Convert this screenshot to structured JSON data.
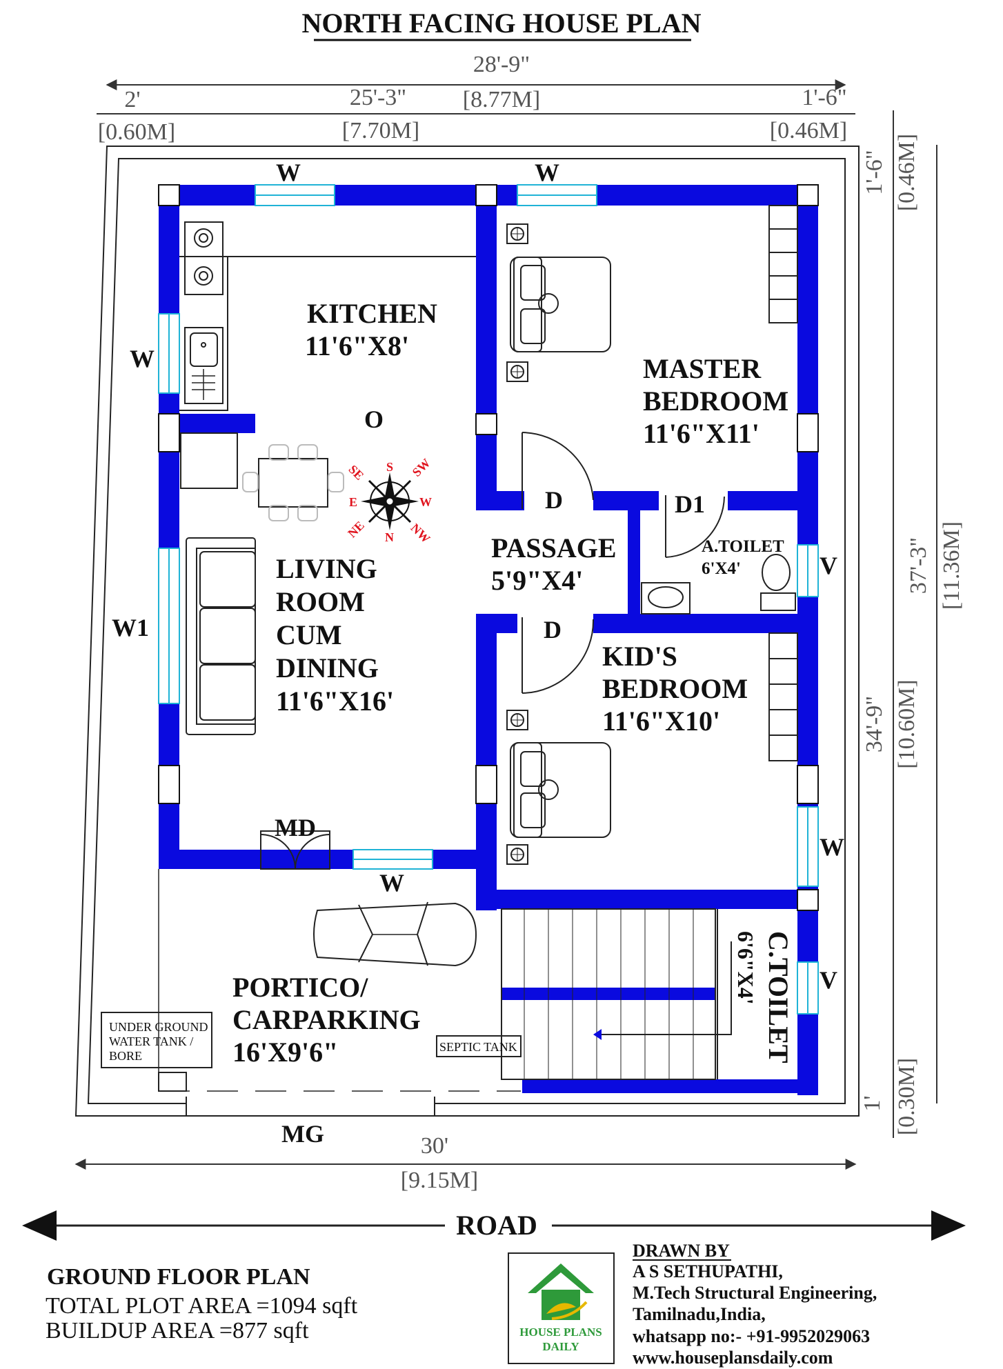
{
  "title": "NORTH FACING HOUSE PLAN",
  "dimensions": {
    "top_total": "28'-9\"",
    "top_total_m": "[8.77M]",
    "top_left": "2'",
    "top_left_m": "[0.60M]",
    "top_mid": "25'-3\"",
    "top_mid_m": "[7.70M]",
    "top_right": "1'-6\"",
    "top_right_m": "[0.46M]",
    "right_top": "1'-6\"",
    "right_top_m": "[0.46M]",
    "right_total": "37'-3\"",
    "right_total_m": "[11.36M]",
    "right_mid": "34'-9\"",
    "right_mid_m": "[10.60M]",
    "right_bottom": "1'",
    "right_bottom_m": "[0.30M]",
    "bottom": "30'",
    "bottom_m": "[9.15M]"
  },
  "rooms": {
    "kitchen": {
      "name": "KITCHEN",
      "size": "11'6\"X8'"
    },
    "master": {
      "name1": "MASTER",
      "name2": "BEDROOM",
      "size": "11'6\"X11'"
    },
    "passage": {
      "name": "PASSAGE",
      "size": "5'9\"X4'"
    },
    "atoilet": {
      "name": "A.TOILET",
      "size": "6'X4'"
    },
    "living": {
      "l1": "LIVING",
      "l2": "ROOM",
      "l3": "CUM",
      "l4": "DINING",
      "size": "11'6\"X16'"
    },
    "kids": {
      "name1": "KID'S",
      "name2": "BEDROOM",
      "size": "11'6\"X10'"
    },
    "portico": {
      "name1": "PORTICO/",
      "name2": "CARPARKING",
      "size": "16'X9'6\""
    },
    "ctoilet": {
      "name": "C.TOILET",
      "size": "6'6\"X4'"
    }
  },
  "labels": {
    "w": "W",
    "w1": "W1",
    "v": "V",
    "o": "O",
    "d": "D",
    "d1": "D1",
    "md": "MD",
    "mg": "MG",
    "septic": "SEPTIC TANK",
    "ugtank1": "UNDER GROUND",
    "ugtank2": "WATER TANK /",
    "ugtank3": "BORE",
    "road": "ROAD"
  },
  "compass": {
    "s": "S",
    "sw": "SW",
    "se": "SE",
    "e": "E",
    "w": "W",
    "ne": "NE",
    "n": "N",
    "nw": "NW"
  },
  "footer": {
    "plan": "GROUND FLOOR PLAN",
    "plot_area": "TOTAL PLOT AREA =1094 sqft",
    "buildup_area": "BUILDUP AREA =877 sqft",
    "drawn_by": "DRAWN BY",
    "name": "A S SETHUPATHI,",
    "qualification": "M.Tech Structural Engineering,",
    "location": "Tamilnadu,India,",
    "whatsapp": "whatsapp no:- +91-9952029063",
    "website": "www.houseplansdaily.com",
    "logo_line1": "HOUSE PLANS",
    "logo_line2": "DAILY"
  },
  "colors": {
    "wall": "#0a0adf",
    "window": "#1fb3d6",
    "compass_text": "#e0141e",
    "logo_green": "#2e9a3a",
    "logo_yellow": "#e6b800"
  }
}
